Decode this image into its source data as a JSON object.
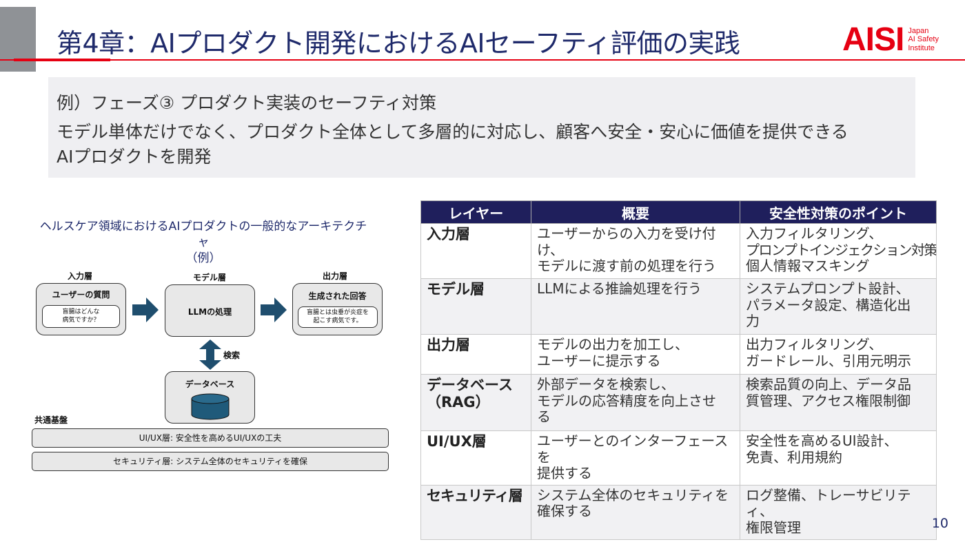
{
  "header": {
    "title": "第4章：AIプロダクト開発におけるAIセーフティ評価の実践",
    "logo_main": "AISI",
    "logo_sub": [
      "Japan",
      "AI Safety",
      "Institute"
    ]
  },
  "summary": {
    "line1": "例）フェーズ③ プロダクト実装のセーフティ対策",
    "line2": "モデル単体だけでなく、プロダクト全体として多層的に対応し、顧客へ安全・安心に価値を提供できる",
    "line3": "AIプロダクトを開発"
  },
  "architecture": {
    "title_line1": "ヘルスケア領域におけるAIプロダクトの一般的なアーキテクチャ",
    "title_line2": "（例）",
    "input_layer_label": "入力層",
    "model_layer_label": "モデル層",
    "output_layer_label": "出力層",
    "input_box_title": "ユーザーの質問",
    "input_text_line1": "盲腸はどんな",
    "input_text_line2": "病気ですか？",
    "model_box_title": "LLMの処理",
    "output_box_title": "生成された回答",
    "output_text_line1": "盲腸とは虫垂が炎症を",
    "output_text_line2": "起こす病気です。",
    "search_label": "検索",
    "db_box_title": "データベース",
    "common_label": "共通基盤",
    "uiux_bar": "UI/UX層: 安全性を高めるUI/UXの工夫",
    "security_bar": "セキュリティ層: システム全体のセキュリティを確保",
    "arrow_color": "#1f4e6e",
    "db_color": "#1f5a7a"
  },
  "table": {
    "headers": [
      "レイヤー",
      "概要",
      "安全性対策のポイント"
    ],
    "rows": [
      {
        "layer": [
          "入力層"
        ],
        "overview": [
          "ユーザーからの入力を受け付け、",
          "モデルに渡す前の処理を行う"
        ],
        "points": [
          "入力フィルタリング、",
          "プロンプトインジェクション対策、",
          "個人情報マスキング"
        ]
      },
      {
        "layer": [
          "モデル層"
        ],
        "overview": [
          "LLMによる推論処理を行う"
        ],
        "points": [
          "システムプロンプト設計、",
          "パラメータ設定、構造化出",
          "力"
        ]
      },
      {
        "layer": [
          "出力層"
        ],
        "overview": [
          "モデルの出力を加工し、",
          "ユーザーに提示する"
        ],
        "points": [
          "出力フィルタリング、",
          "ガードレール、引用元明示"
        ]
      },
      {
        "layer": [
          "データベース",
          "（RAG）"
        ],
        "overview": [
          "外部データを検索し、",
          "モデルの応答精度を向上させ",
          "る"
        ],
        "points": [
          "検索品質の向上、データ品",
          "質管理、アクセス権限制御"
        ]
      },
      {
        "layer": [
          "UI/UX層"
        ],
        "overview": [
          "ユーザーとのインターフェースを",
          "提供する"
        ],
        "points": [
          "安全性を高めるUI設計、",
          "免責、利用規約"
        ]
      },
      {
        "layer": [
          "セキュリティ層"
        ],
        "overview": [
          "システム全体のセキュリティを",
          "確保する"
        ],
        "points": [
          "ログ整備、トレーサビリティ、",
          "権限管理"
        ]
      }
    ],
    "header_color": "#1f1f5c"
  },
  "page_number": "10",
  "colors": {
    "title": "#1f2a6b",
    "accent_red": "#e60012",
    "summary_bg": "#efeff2"
  }
}
